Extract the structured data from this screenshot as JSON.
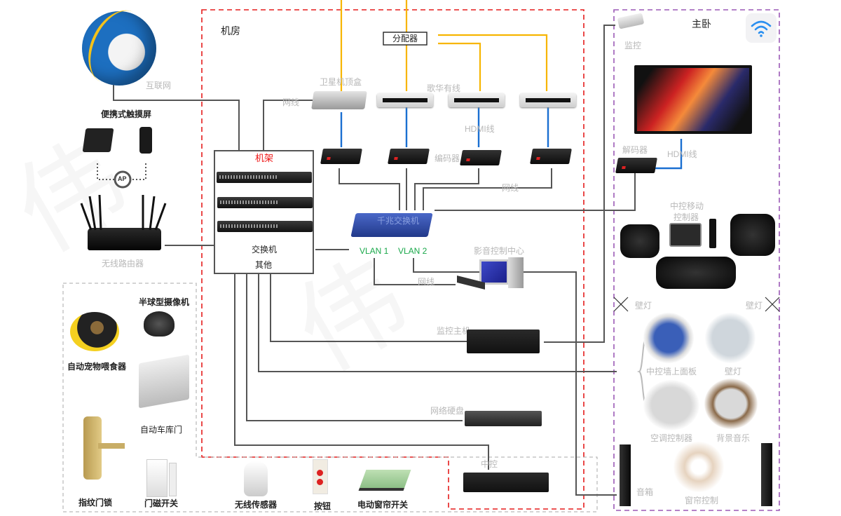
{
  "zones": {
    "machine_room": {
      "title": "机房",
      "color": "#e51c1c"
    },
    "master_bedroom": {
      "title": "主卧",
      "color": "#9b59b6"
    },
    "smart_home_peripherals": {
      "color": "#aaaaaa"
    }
  },
  "internet": {
    "icon": "globe-icon",
    "label": "互联网"
  },
  "portable_touchscreen": {
    "title": "便携式触摸屏",
    "ap_label": "AP"
  },
  "wireless_router": {
    "label": "无线路由器"
  },
  "rack": {
    "title": "机架",
    "switch_label": "交换机",
    "other_label": "其他"
  },
  "splitter": {
    "label": "分配器"
  },
  "satellite_box": {
    "label": "卫星机顶盒"
  },
  "cable_tv": {
    "label": "歌华有线"
  },
  "cable_labels": {
    "network": "网线",
    "hdmi": "HDMI线",
    "network2": "网线",
    "network3": "网线",
    "hdmi_bedroom": "HDMI线"
  },
  "encoder": {
    "label": "编码器"
  },
  "gigabit_switch": {
    "label": "千兆交换机",
    "vlan1": "VLAN 1",
    "vlan2": "VLAN 2"
  },
  "av_control_center": {
    "label": "影音控制中心"
  },
  "nvr_host": {
    "label": "监控主机"
  },
  "network_disk": {
    "label": "网络硬盘"
  },
  "central_control": {
    "label": "中控"
  },
  "bedroom": {
    "camera": "监控",
    "wifi_icon": "wifi-icon",
    "decoder": "解码器",
    "mobile_controller": [
      "中控移动",
      "控制器"
    ],
    "wall_lamp_left": "壁灯",
    "wall_lamp_right": "壁灯",
    "wall_panel": "中控墙上面板",
    "wall_lamp": "壁灯",
    "ac_controller": "空调控制器",
    "bg_music": "背景音乐",
    "speaker": "音箱",
    "curtain": "窗帘控制"
  },
  "peripherals": {
    "dome_camera": "半球型摄像机",
    "pet_feeder": "自动宠物喂食器",
    "garage_door": "自动车库门",
    "fingerprint_lock": "指纹门锁",
    "door_sensor": "门磁开关",
    "wireless_sensor": "无线传感器",
    "button": "按钮",
    "curtain_switch": "电动窗帘开关"
  }
}
